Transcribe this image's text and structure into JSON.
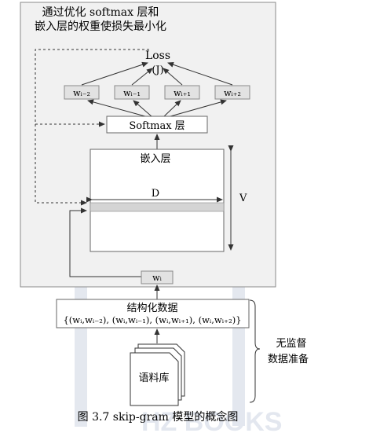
{
  "top_note": {
    "line1": "通过优化 softmax 层和",
    "line2": "嵌入层的权重使损失最小化"
  },
  "loss": {
    "label": "Loss",
    "sub": "(J)"
  },
  "context_words": [
    "wᵢ₋₂",
    "wᵢ₋₁",
    "wᵢ₊₁",
    "wᵢ₊₂"
  ],
  "softmax_label": "Softmax 层",
  "embedding": {
    "label": "嵌入层",
    "d_label": "D",
    "v_label": "V"
  },
  "input_word": "wᵢ",
  "structured": {
    "title": "结构化数据",
    "pairs": "{(wᵢ,wᵢ₋₂), (wᵢ,wᵢ₋₁), (wᵢ,wᵢ₊₁), (wᵢ,wᵢ₊₂)}"
  },
  "corpus_label": "语料库",
  "side_note": {
    "line1": "无监督",
    "line2": "数据准备"
  },
  "caption": "图 3.7   skip-gram 模型的概念图",
  "watermark": "HZ BOOKS",
  "colors": {
    "panel": "#f1f1f1",
    "panel_border": "#8a8a8a",
    "node": "#e2e2e2",
    "line": "#333333",
    "strip": "#d4d4d4"
  }
}
